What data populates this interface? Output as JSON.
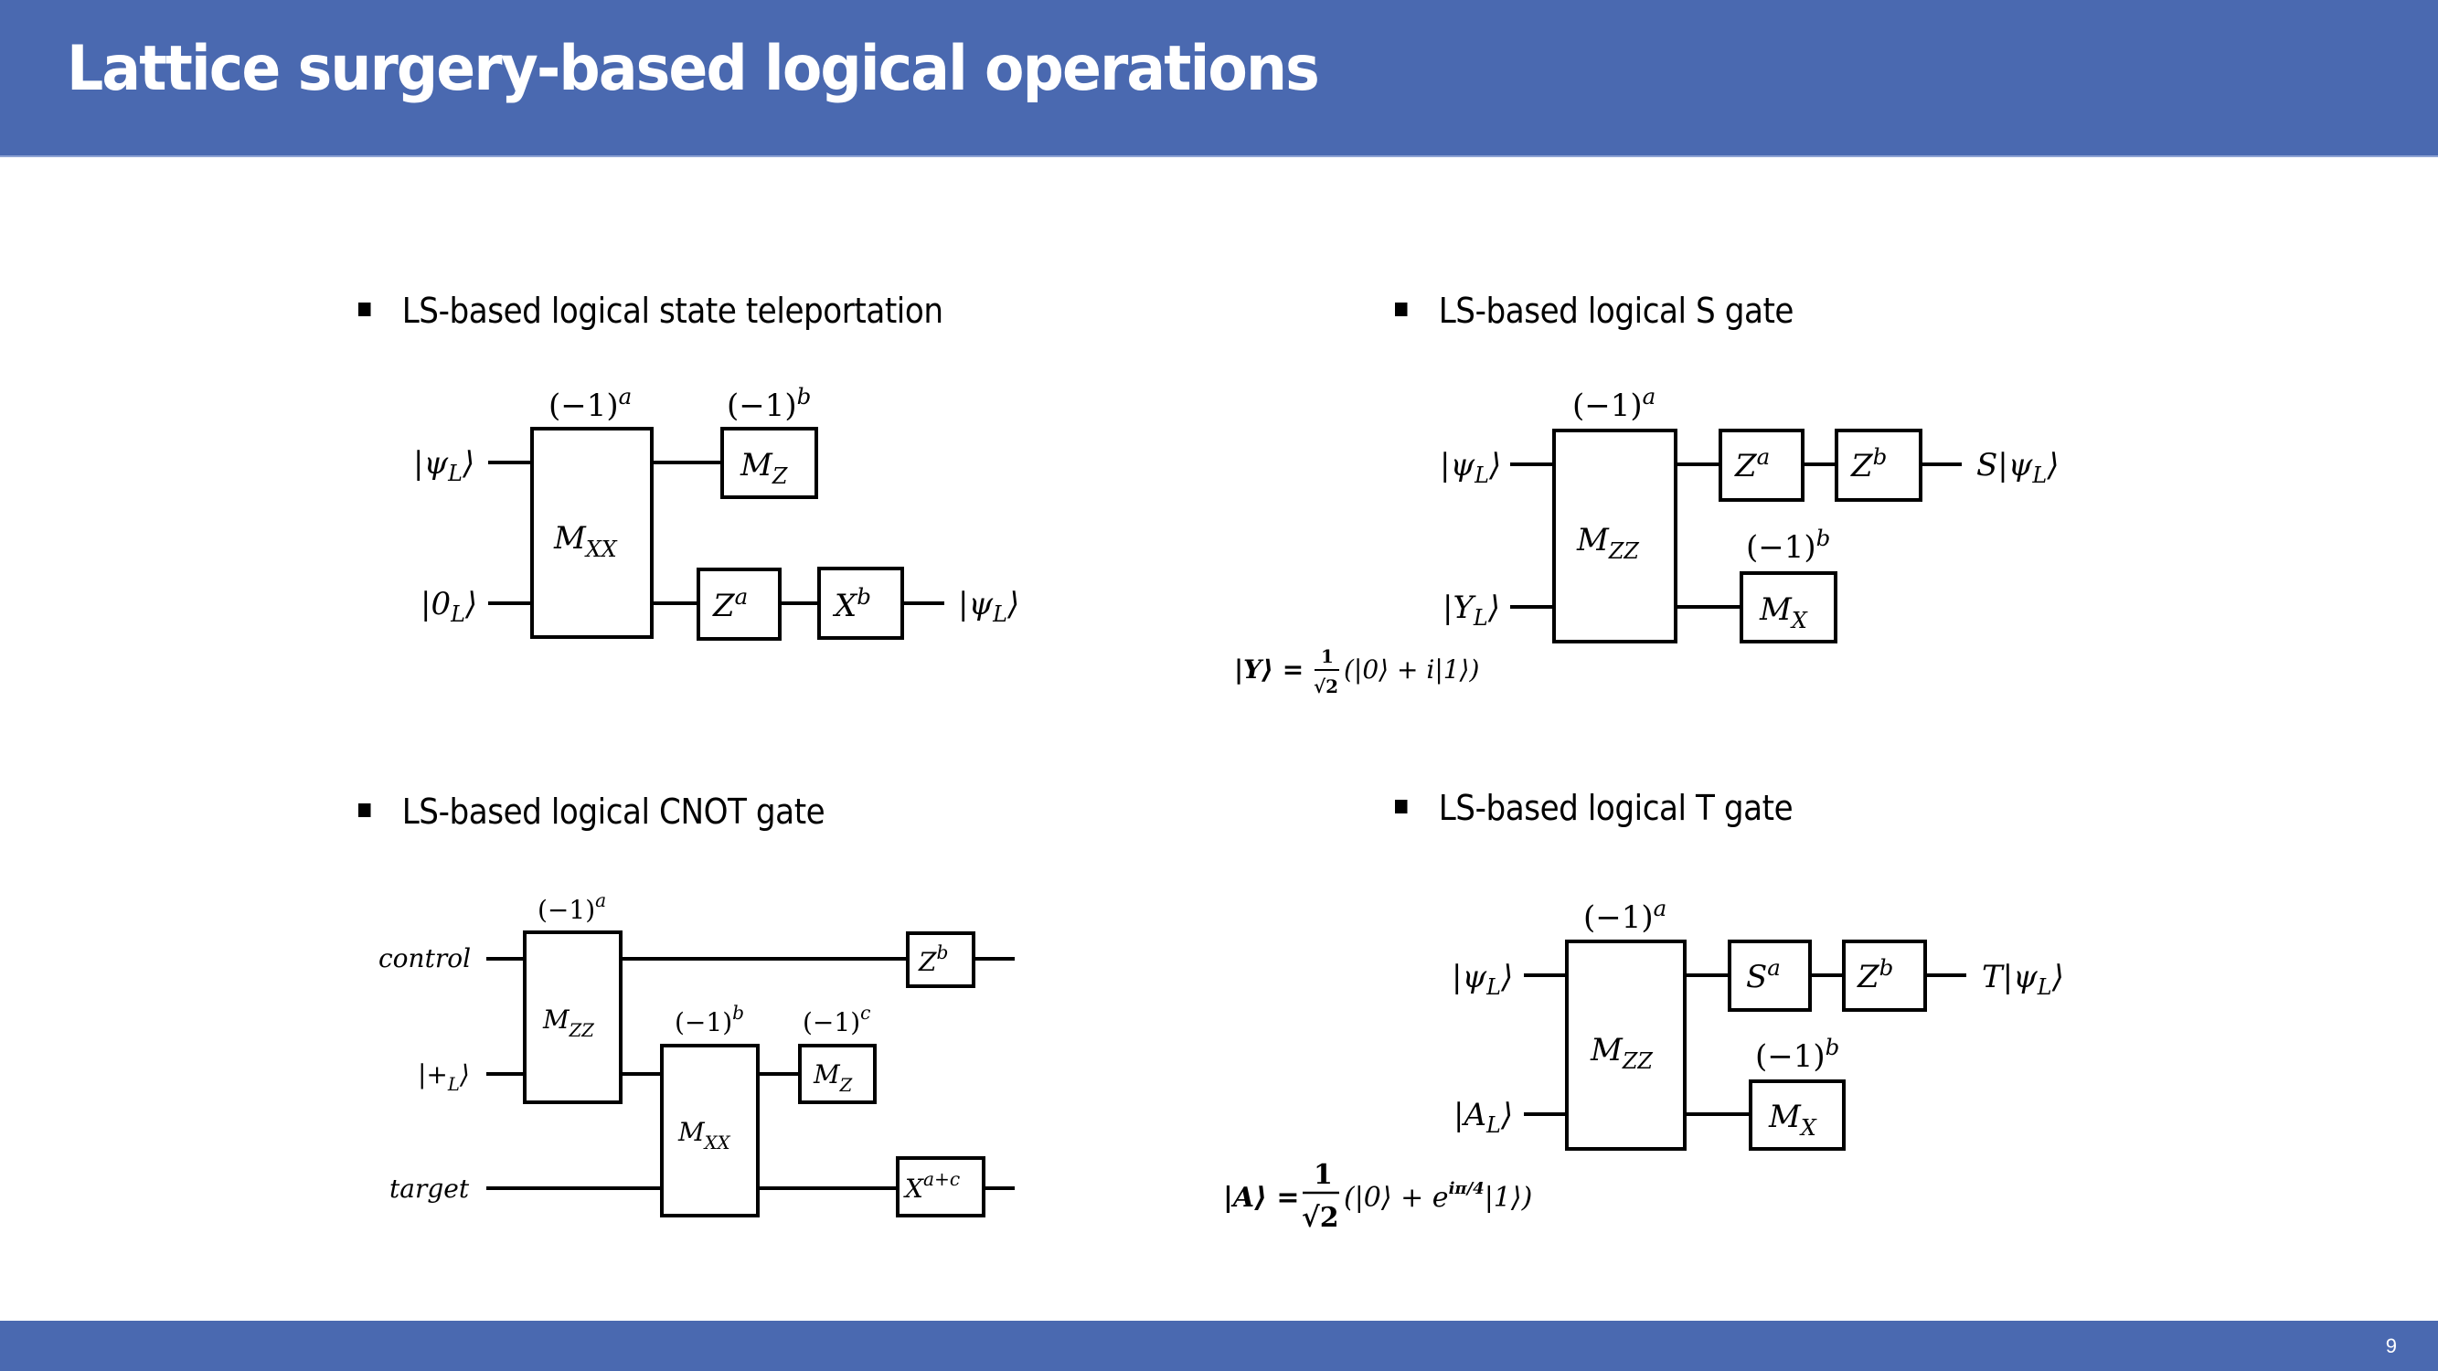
{
  "slide": {
    "title": "Lattice surgery-based logical operations",
    "page_number": "9",
    "colors": {
      "header_bg": "#4a69b0",
      "footer_bg": "#4a69b0",
      "title_text": "#ffffff"
    }
  },
  "sections": {
    "teleport": {
      "heading": "LS-based logical state teleportation",
      "inputs": [
        "|ψ_L⟩",
        "|0_L⟩"
      ],
      "joint_measurement": {
        "label": "M",
        "sub": "XX",
        "outcome": "(−1)",
        "outcome_exp": "a"
      },
      "measure": {
        "label": "M",
        "sub": "Z",
        "outcome": "(−1)",
        "outcome_exp": "b"
      },
      "corrections": [
        {
          "base": "Z",
          "exp": "a"
        },
        {
          "base": "X",
          "exp": "b"
        }
      ],
      "output": "|ψ_L⟩"
    },
    "s_gate": {
      "heading": "LS-based logical S gate",
      "inputs": [
        "|ψ_L⟩",
        "|Y_L⟩"
      ],
      "joint_measurement": {
        "label": "M",
        "sub": "ZZ",
        "outcome": "(−1)",
        "outcome_exp": "a"
      },
      "measure": {
        "label": "M",
        "sub": "X",
        "outcome": "(−1)",
        "outcome_exp": "b"
      },
      "corrections": [
        {
          "base": "Z",
          "exp": "a"
        },
        {
          "base": "Z",
          "exp": "b"
        }
      ],
      "output": "S|ψ_L⟩",
      "state_formula": {
        "lhs": "|Y⟩ =",
        "num": "1",
        "den": "√2",
        "rhs": "(|0⟩ + i|1⟩)"
      }
    },
    "cnot": {
      "heading": "LS-based logical CNOT gate",
      "inputs": [
        "control",
        "|+_L⟩",
        "target"
      ],
      "measurement_zz": {
        "label": "M",
        "sub": "ZZ",
        "outcome": "(−1)",
        "outcome_exp": "a"
      },
      "measurement_xx": {
        "label": "M",
        "sub": "XX",
        "outcome": "(−1)",
        "outcome_exp": "b"
      },
      "measure": {
        "label": "M",
        "sub": "Z",
        "outcome": "(−1)",
        "outcome_exp": "c"
      },
      "corrections": [
        {
          "base": "Z",
          "exp": "b",
          "wire": "control"
        },
        {
          "base": "X",
          "exp": "a+c",
          "wire": "target"
        }
      ]
    },
    "t_gate": {
      "heading": "LS-based logical T gate",
      "inputs": [
        "|ψ_L⟩",
        "|A_L⟩"
      ],
      "joint_measurement": {
        "label": "M",
        "sub": "ZZ",
        "outcome": "(−1)",
        "outcome_exp": "a"
      },
      "measure": {
        "label": "M",
        "sub": "X",
        "outcome": "(−1)",
        "outcome_exp": "b"
      },
      "corrections": [
        {
          "base": "S",
          "exp": "a"
        },
        {
          "base": "Z",
          "exp": "b"
        }
      ],
      "output": "T|ψ_L⟩",
      "state_formula": {
        "lhs": "|A⟩ =",
        "num": "1",
        "den": "√2",
        "rhs_pre": "(|0⟩ + e",
        "phase": "iπ/4",
        "rhs_post": "|1⟩)"
      }
    }
  }
}
